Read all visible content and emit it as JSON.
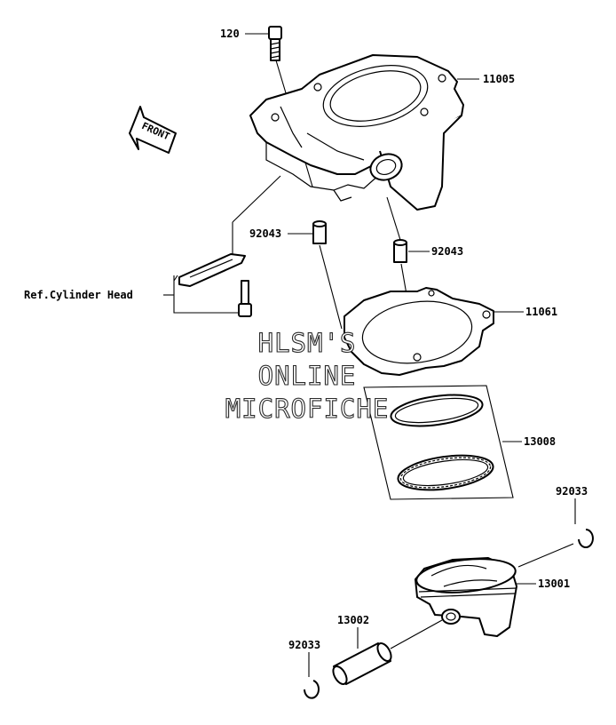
{
  "diagram": {
    "front_arrow_text": "FRONT",
    "ref_label": "Ref.Cylinder Head",
    "callouts": {
      "bolt": "120",
      "cylinder": "11005",
      "dowel_left": "92043",
      "dowel_right": "92043",
      "gasket": "11061",
      "ring_set": "13008",
      "circlip_top": "92033",
      "piston": "13001",
      "pin": "13002",
      "circlip_bottom": "92033"
    },
    "watermark": {
      "line1": "HLSM'S",
      "line2": "ONLINE",
      "line3": "MICROFICHE"
    }
  }
}
